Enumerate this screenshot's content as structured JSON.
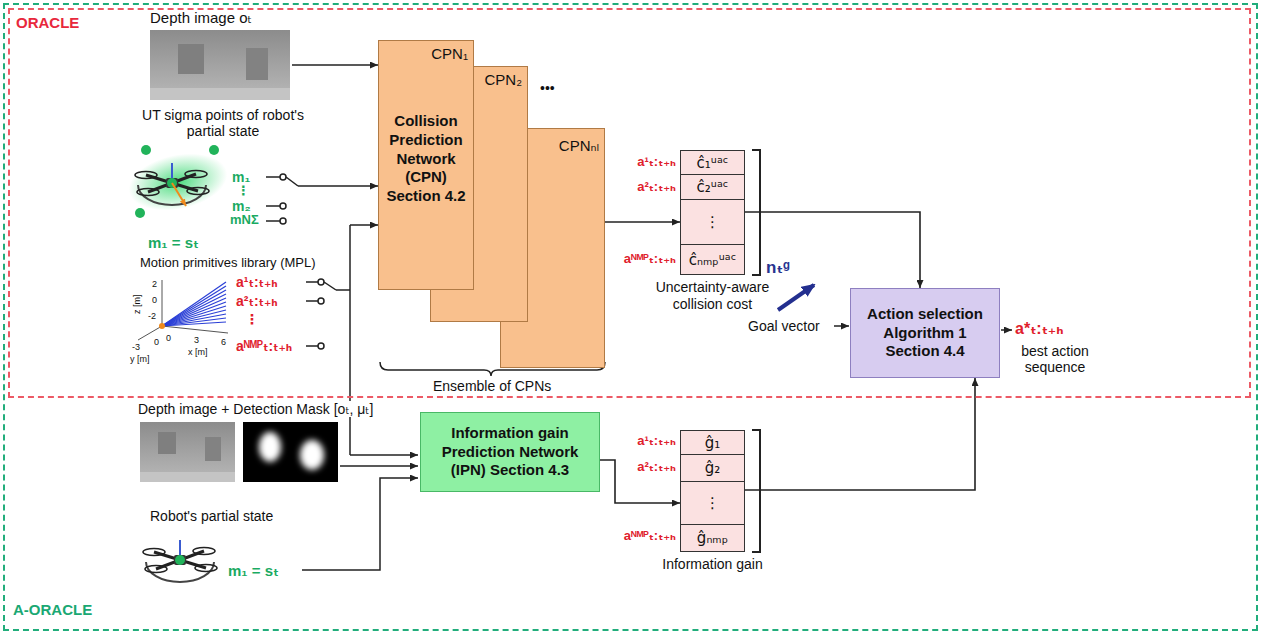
{
  "diagram": {
    "nodes": [
      {
        "text": [
          "A-ORACLE"
        ]
      },
      {
        "text": [
          "ORACLE"
        ],
        "in": 0
      },
      {
        "text": [
          "CPN₁",
          "Collision Prediction Network (CPN) Section 4.2"
        ],
        "in": 1
      },
      {
        "text": [
          "CPN₂"
        ],
        "in": 1
      },
      {
        "text": [
          "CPNₙₗ"
        ],
        "in": 1
      },
      {
        "text": [
          "ĉ₁ᵘᵃᶜ",
          "ĉ₂ᵘᵃᶜ",
          "⋮",
          "ĉₙₘₚᵘᵃᶜ",
          "Uncertainty-aware collision cost"
        ],
        "in": 1
      },
      {
        "text": [
          "Action selection Algorithm 1 Section 4.4"
        ],
        "in": 1
      },
      {
        "text": [
          "Information gain Prediction Network (IPN) Section 4.3"
        ],
        "in": 0
      },
      {
        "text": [
          "ĝ₁",
          "ĝ₂",
          "⋮",
          "ĝₙₘₚ",
          "Information gain"
        ],
        "in": 0
      }
    ],
    "edges": [
      {
        "from": 4,
        "to": 5,
        "arrow": "to"
      },
      {
        "from": 5,
        "to": 6,
        "arrow": "to"
      },
      {
        "from": 7,
        "to": 8,
        "arrow": "to"
      },
      {
        "from": 8,
        "to": 6,
        "arrow": "to"
      }
    ],
    "labels": [
      "Depth image oₜ",
      "UT sigma points of robot's partial state",
      "m₁",
      "⋮",
      "m₂",
      "mNΣ",
      "m₁ = sₜ",
      "Motion primitives library (MPL)",
      "z [m]",
      "2",
      "0",
      "-2",
      "0",
      "-3",
      "y [m]",
      "0",
      "3",
      "6",
      "x [m]",
      "a¹ₜ:ₜ₊ₕ",
      "a²ₜ:ₜ₊ₕ",
      "⋮",
      "aᴺᴹᴾₜ:ₜ₊ₕ",
      "•••",
      "Ensemble of CPNs",
      "a¹ₜ:ₜ₊ₕ",
      "a²ₜ:ₜ₊ₕ",
      "aᴺᴹᴾₜ:ₜ₊ₕ",
      "nₜᵍ",
      "Goal vector",
      "a*ₜ:ₜ₊ₕ",
      "best action sequence",
      "Depth image + Detection Mask [oₜ, μₜ]",
      "Robot's partial state",
      "m₁ = sₜ",
      "a¹ₜ:ₜ₊ₕ",
      "a²ₜ:ₜ₊ₕ",
      "aᴺᴹᴾₜ:ₜ₊ₕ"
    ]
  }
}
